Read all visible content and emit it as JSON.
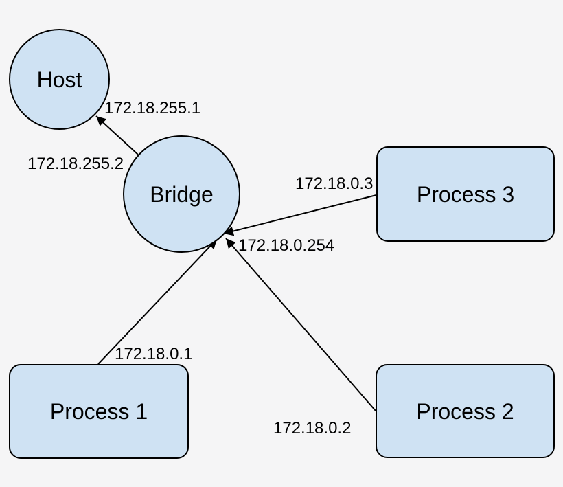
{
  "diagram": {
    "title": "container-bridge-network-diagram",
    "colors": {
      "canvas_background": "#f5f5f6",
      "node_fill": "#cfe2f3",
      "node_stroke": "#000000",
      "arrow_color": "#000000",
      "text_color": "#000000"
    },
    "nodes": {
      "host": {
        "label": "Host",
        "shape": "circle"
      },
      "bridge": {
        "label": "Bridge",
        "shape": "circle"
      },
      "process1": {
        "label": "Process 1",
        "shape": "rounded-rect"
      },
      "process2": {
        "label": "Process 2",
        "shape": "rounded-rect"
      },
      "process3": {
        "label": "Process 3",
        "shape": "rounded-rect"
      }
    },
    "ip_labels": {
      "host_side": "172.18.255.1",
      "bridge_host_side": "172.18.255.2",
      "bridge_lan_side": "172.18.0.254",
      "process1_side": "172.18.0.1",
      "process2_side": "172.18.0.2",
      "process3_side": "172.18.0.3"
    },
    "edges": [
      {
        "from": "bridge",
        "to": "host",
        "direction": "arrow-into-host"
      },
      {
        "from": "process1",
        "to": "bridge",
        "direction": "arrow-into-bridge"
      },
      {
        "from": "process2",
        "to": "bridge",
        "direction": "arrow-into-bridge"
      },
      {
        "from": "process3",
        "to": "bridge",
        "direction": "arrow-into-bridge"
      }
    ]
  }
}
